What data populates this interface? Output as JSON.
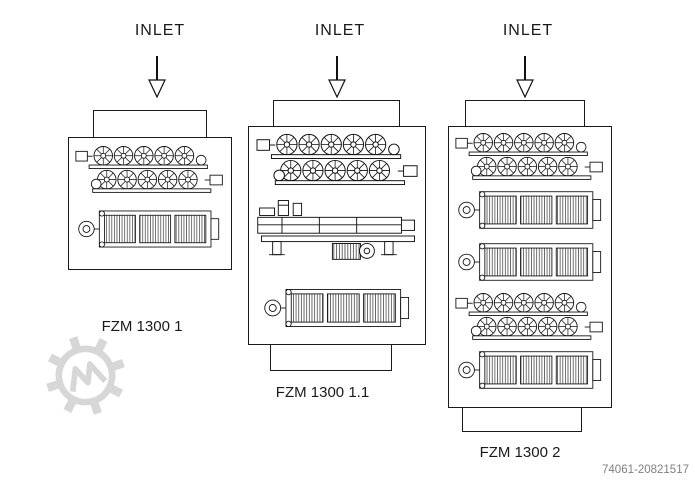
{
  "page": {
    "background_color": "#ffffff",
    "line_color": "#1a1a1a",
    "watermark_color": "#d7d7d7",
    "footer_text_color": "#808080",
    "footer_id": "74061-20821517"
  },
  "machines": [
    {
      "inlet_label": "INLET",
      "model_label": "FZM 1300 1",
      "units": [
        "disc-mill",
        "hatched-roller-unit"
      ],
      "has_outlet_stub": false
    },
    {
      "inlet_label": "INLET",
      "model_label": "FZM 1300 1.1",
      "units": [
        "disc-mill",
        "conveyor-side-view",
        "hatched-roller-unit"
      ],
      "has_outlet_stub": true
    },
    {
      "inlet_label": "INLET",
      "model_label": "FZM 1300 2",
      "units": [
        "disc-mill",
        "hatched-roller-unit",
        "hatched-roller-unit",
        "disc-mill",
        "hatched-roller-unit"
      ],
      "has_outlet_stub": true
    }
  ],
  "icons": {
    "inlet_arrow": "arrow-down-icon",
    "watermark": "gear-logo-icon"
  }
}
